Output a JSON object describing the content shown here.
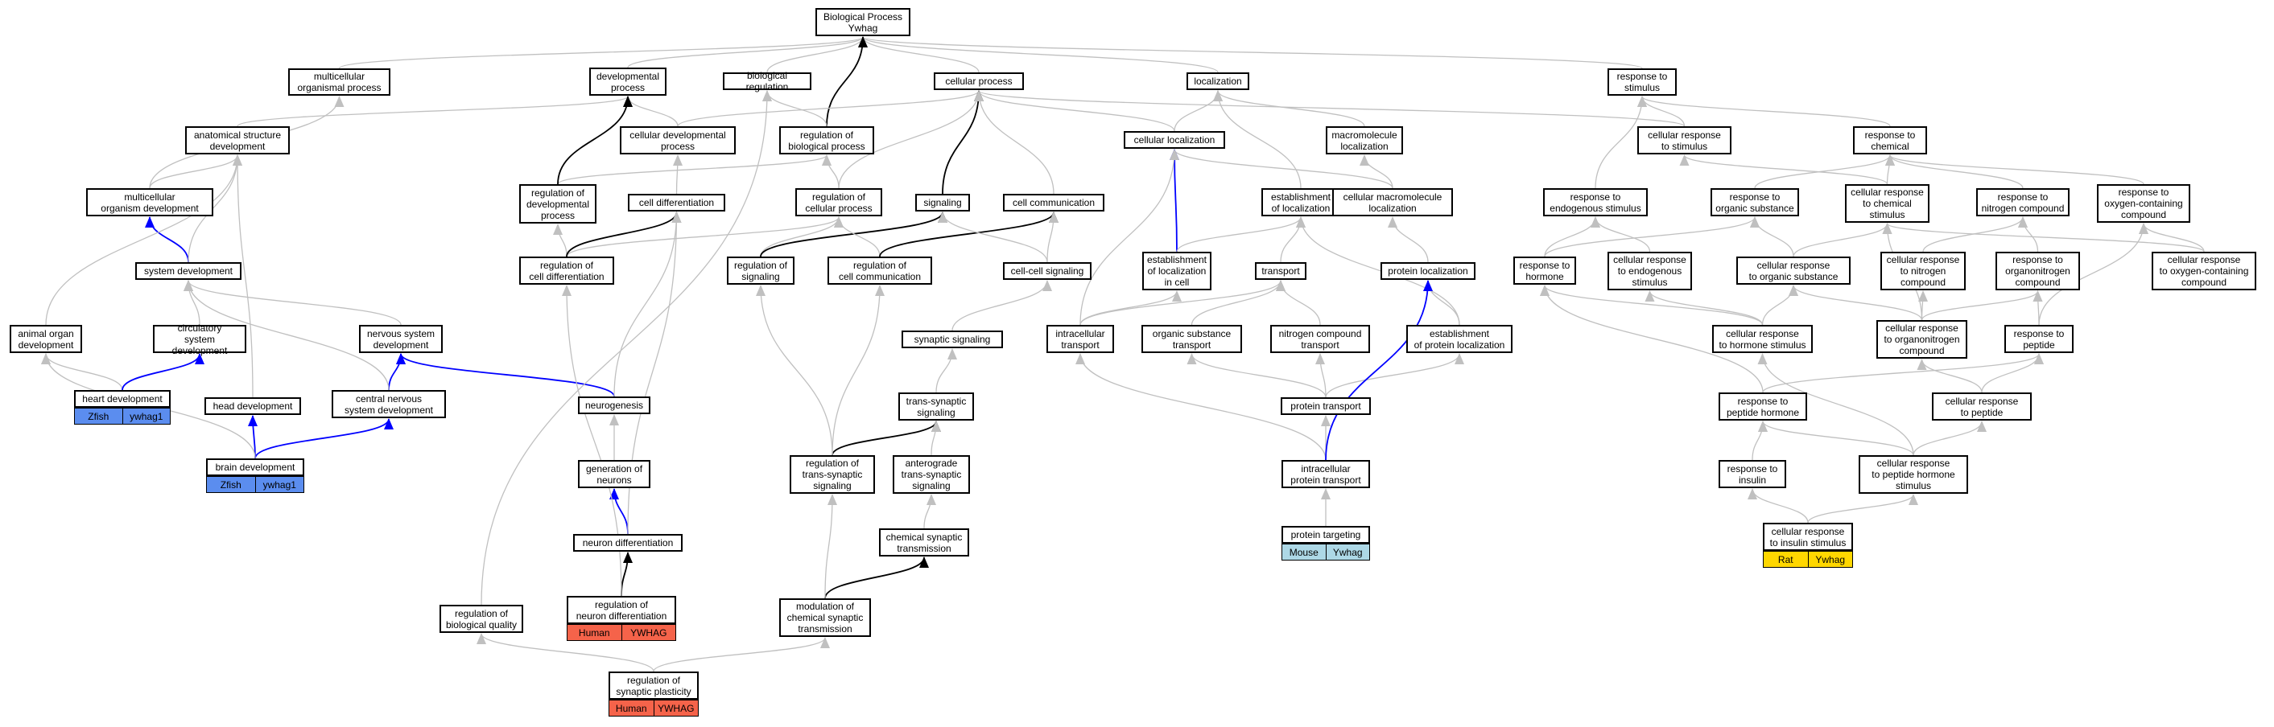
{
  "colors": {
    "edge_gray": "#c0c0c0",
    "edge_black": "#000000",
    "edge_blue": "#0000ff",
    "zfish": "#5b8def",
    "human": "#f5634a",
    "mouse": "#add8e6",
    "rat": "#ffd700"
  },
  "nodes": [
    {
      "id": "bp",
      "label": "Biological Process\nYwhag"
    },
    {
      "id": "mop",
      "label": "multicellular\norganismal process"
    },
    {
      "id": "dp",
      "label": "developmental\nprocess"
    },
    {
      "id": "breg",
      "label": "biological regulation"
    },
    {
      "id": "cp",
      "label": "cellular process"
    },
    {
      "id": "loc",
      "label": "localization"
    },
    {
      "id": "rts",
      "label": "response to\nstimulus"
    },
    {
      "id": "asd",
      "label": "anatomical structure\ndevelopment"
    },
    {
      "id": "cdp",
      "label": "cellular developmental\nprocess"
    },
    {
      "id": "rbp",
      "label": "regulation of\nbiological process"
    },
    {
      "id": "cloc",
      "label": "cellular localization"
    },
    {
      "id": "mloc",
      "label": "macromolecule\nlocalization"
    },
    {
      "id": "crts",
      "label": "cellular response\nto stimulus"
    },
    {
      "id": "rtc",
      "label": "response to\nchemical"
    },
    {
      "id": "mod",
      "label": "multicellular\norganism development"
    },
    {
      "id": "rdp",
      "label": "regulation of\ndevelopmental\nprocess"
    },
    {
      "id": "cdiff",
      "label": "cell differentiation"
    },
    {
      "id": "rcp",
      "label": "regulation of\ncellular process"
    },
    {
      "id": "sig",
      "label": "signaling"
    },
    {
      "id": "ccom",
      "label": "cell communication"
    },
    {
      "id": "eloc",
      "label": "establishment\nof localization"
    },
    {
      "id": "cmloc",
      "label": "cellular macromolecule\nlocalization"
    },
    {
      "id": "rtes",
      "label": "response to\nendogenous stimulus"
    },
    {
      "id": "rtos",
      "label": "response to\norganic substance"
    },
    {
      "id": "crtc",
      "label": "cellular response\nto chemical\nstimulus"
    },
    {
      "id": "rtnc",
      "label": "response to\nnitrogen compound"
    },
    {
      "id": "rtocc",
      "label": "response to\noxygen-containing\ncompound"
    },
    {
      "id": "sd",
      "label": "system development"
    },
    {
      "id": "rcd",
      "label": "regulation of\ncell differentiation"
    },
    {
      "id": "rsig",
      "label": "regulation of\nsignaling"
    },
    {
      "id": "rcc",
      "label": "regulation of\ncell communication"
    },
    {
      "id": "ccs",
      "label": "cell-cell signaling"
    },
    {
      "id": "elc",
      "label": "establishment\nof localization\nin cell"
    },
    {
      "id": "trans",
      "label": "transport"
    },
    {
      "id": "ploc",
      "label": "protein localization"
    },
    {
      "id": "rth",
      "label": "response to\nhormone"
    },
    {
      "id": "crtes",
      "label": "cellular response\nto endogenous\nstimulus"
    },
    {
      "id": "crtos",
      "label": "cellular response\nto organic substance"
    },
    {
      "id": "crtnc",
      "label": "cellular response\nto nitrogen\ncompound"
    },
    {
      "id": "rtoc",
      "label": "response to\norganonitrogen\ncompound"
    },
    {
      "id": "crtocc",
      "label": "cellular response\nto oxygen-containing\ncompound"
    },
    {
      "id": "aod",
      "label": "animal organ\ndevelopment"
    },
    {
      "id": "circ",
      "label": "circulatory\nsystem development"
    },
    {
      "id": "nsd",
      "label": "nervous system\ndevelopment"
    },
    {
      "id": "ss",
      "label": "synaptic signaling"
    },
    {
      "id": "it",
      "label": "intracellular\ntransport"
    },
    {
      "id": "ost",
      "label": "organic substance\ntransport"
    },
    {
      "id": "nct",
      "label": "nitrogen compound\ntransport"
    },
    {
      "id": "epl",
      "label": "establishment\nof protein localization"
    },
    {
      "id": "crths",
      "label": "cellular response\nto hormone stimulus"
    },
    {
      "id": "crtoc",
      "label": "cellular response\nto organonitrogen\ncompound"
    },
    {
      "id": "rtp",
      "label": "response to\npeptide"
    },
    {
      "id": "hd",
      "label": "heart development"
    },
    {
      "id": "headd",
      "label": "head development"
    },
    {
      "id": "cnsd",
      "label": "central nervous\nsystem development"
    },
    {
      "id": "neurog",
      "label": "neurogenesis"
    },
    {
      "id": "tss",
      "label": "trans-synaptic\nsignaling"
    },
    {
      "id": "pt",
      "label": "protein transport"
    },
    {
      "id": "rtph",
      "label": "response to\npeptide hormone"
    },
    {
      "id": "crtp",
      "label": "cellular response\nto peptide"
    },
    {
      "id": "bd",
      "label": "brain development"
    },
    {
      "id": "gon",
      "label": "generation of\nneurons"
    },
    {
      "id": "rtss",
      "label": "regulation of\ntrans-synaptic\nsignaling"
    },
    {
      "id": "atss",
      "label": "anterograde\ntrans-synaptic\nsignaling"
    },
    {
      "id": "ipt",
      "label": "intracellular\nprotein transport"
    },
    {
      "id": "rti",
      "label": "response to\ninsulin"
    },
    {
      "id": "crtphs",
      "label": "cellular response\nto peptide hormone\nstimulus"
    },
    {
      "id": "nd",
      "label": "neuron differentiation"
    },
    {
      "id": "cst",
      "label": "chemical synaptic\ntransmission"
    },
    {
      "id": "ptarg",
      "label": "protein targeting"
    },
    {
      "id": "crtis",
      "label": "cellular response\nto insulin stimulus"
    },
    {
      "id": "rnd",
      "label": "regulation of\nneuron differentiation"
    },
    {
      "id": "rbq",
      "label": "regulation of\nbiological quality"
    },
    {
      "id": "mcst",
      "label": "modulation of\nchemical synaptic\ntransmission"
    },
    {
      "id": "rsp",
      "label": "regulation of\nsynaptic plasticity"
    }
  ],
  "badges": [
    {
      "id": "hd_b",
      "species": "Zfish",
      "gene": "ywhag1",
      "color": "zfish"
    },
    {
      "id": "bd_b",
      "species": "Zfish",
      "gene": "ywhag1",
      "color": "zfish"
    },
    {
      "id": "ptarg_b",
      "species": "Mouse",
      "gene": "Ywhag",
      "color": "mouse"
    },
    {
      "id": "crtis_b",
      "species": "Rat",
      "gene": "Ywhag",
      "color": "rat"
    },
    {
      "id": "rnd_b",
      "species": "Human",
      "gene": "YWHAG",
      "color": "human"
    },
    {
      "id": "rsp_b",
      "species": "Human",
      "gene": "YWHAG",
      "color": "human"
    }
  ],
  "edges": [
    {
      "from": "mop",
      "to": "bp"
    },
    {
      "from": "dp",
      "to": "bp"
    },
    {
      "from": "breg",
      "to": "bp"
    },
    {
      "from": "cp",
      "to": "bp"
    },
    {
      "from": "loc",
      "to": "bp"
    },
    {
      "from": "rts",
      "to": "bp"
    },
    {
      "from": "rbp",
      "to": "bp",
      "style": "black"
    },
    {
      "from": "asd",
      "to": "dp"
    },
    {
      "from": "cdp",
      "to": "dp"
    },
    {
      "from": "cdp",
      "to": "cp"
    },
    {
      "from": "rbp",
      "to": "breg"
    },
    {
      "from": "cloc",
      "to": "cp"
    },
    {
      "from": "cloc",
      "to": "loc"
    },
    {
      "from": "mloc",
      "to": "loc"
    },
    {
      "from": "crts",
      "to": "cp"
    },
    {
      "from": "crts",
      "to": "rts"
    },
    {
      "from": "rtc",
      "to": "rts"
    },
    {
      "from": "mod",
      "to": "mop"
    },
    {
      "from": "mod",
      "to": "asd"
    },
    {
      "from": "rdp",
      "to": "rbp"
    },
    {
      "from": "rdp",
      "to": "dp",
      "style": "black"
    },
    {
      "from": "cdiff",
      "to": "cdp"
    },
    {
      "from": "rcp",
      "to": "rbp"
    },
    {
      "from": "rcp",
      "to": "cp"
    },
    {
      "from": "sig",
      "to": "cp",
      "style": "black"
    },
    {
      "from": "ccom",
      "to": "cp"
    },
    {
      "from": "eloc",
      "to": "loc"
    },
    {
      "from": "cmloc",
      "to": "cloc"
    },
    {
      "from": "cmloc",
      "to": "mloc"
    },
    {
      "from": "rtes",
      "to": "rts"
    },
    {
      "from": "rtos",
      "to": "rtc"
    },
    {
      "from": "crtc",
      "to": "crts"
    },
    {
      "from": "crtc",
      "to": "rtc"
    },
    {
      "from": "rtnc",
      "to": "rtc"
    },
    {
      "from": "rtocc",
      "to": "rtc"
    },
    {
      "from": "sd",
      "to": "mod",
      "style": "blue"
    },
    {
      "from": "sd",
      "to": "asd"
    },
    {
      "from": "rcd",
      "to": "rdp"
    },
    {
      "from": "rcd",
      "to": "rcp"
    },
    {
      "from": "rcd",
      "to": "cdiff",
      "style": "black"
    },
    {
      "from": "rsig",
      "to": "rcp"
    },
    {
      "from": "rsig",
      "to": "sig",
      "style": "black"
    },
    {
      "from": "rcc",
      "to": "rcp"
    },
    {
      "from": "rcc",
      "to": "ccom",
      "style": "black"
    },
    {
      "from": "ccs",
      "to": "sig"
    },
    {
      "from": "ccs",
      "to": "ccom"
    },
    {
      "from": "elc",
      "to": "cloc",
      "style": "blue"
    },
    {
      "from": "elc",
      "to": "eloc"
    },
    {
      "from": "trans",
      "to": "eloc"
    },
    {
      "from": "ploc",
      "to": "cmloc"
    },
    {
      "from": "rth",
      "to": "rtes"
    },
    {
      "from": "rth",
      "to": "rtos"
    },
    {
      "from": "crtes",
      "to": "rtes"
    },
    {
      "from": "crtos",
      "to": "rtos"
    },
    {
      "from": "crtos",
      "to": "crtc"
    },
    {
      "from": "crtnc",
      "to": "rtnc"
    },
    {
      "from": "rtoc",
      "to": "rtnc"
    },
    {
      "from": "crtocc",
      "to": "rtocc"
    },
    {
      "from": "crtocc",
      "to": "crtc"
    },
    {
      "from": "aod",
      "to": "asd"
    },
    {
      "from": "circ",
      "to": "sd"
    },
    {
      "from": "nsd",
      "to": "sd"
    },
    {
      "from": "ss",
      "to": "ccs"
    },
    {
      "from": "it",
      "to": "elc"
    },
    {
      "from": "it",
      "to": "trans"
    },
    {
      "from": "it",
      "to": "cloc"
    },
    {
      "from": "ost",
      "to": "trans"
    },
    {
      "from": "nct",
      "to": "trans"
    },
    {
      "from": "epl",
      "to": "eloc"
    },
    {
      "from": "epl",
      "to": "ploc"
    },
    {
      "from": "crths",
      "to": "rth"
    },
    {
      "from": "crths",
      "to": "crtes"
    },
    {
      "from": "crths",
      "to": "crtos"
    },
    {
      "from": "crtoc",
      "to": "crtos"
    },
    {
      "from": "crtoc",
      "to": "crtnc"
    },
    {
      "from": "crtoc",
      "to": "rtoc"
    },
    {
      "from": "crtoc",
      "to": "crtc"
    },
    {
      "from": "rtp",
      "to": "rtoc"
    },
    {
      "from": "rtp",
      "to": "rtocc"
    },
    {
      "from": "hd",
      "to": "aod"
    },
    {
      "from": "hd",
      "to": "circ",
      "style": "blue"
    },
    {
      "from": "headd",
      "to": "asd"
    },
    {
      "from": "cnsd",
      "to": "nsd",
      "style": "blue"
    },
    {
      "from": "cnsd",
      "to": "sd"
    },
    {
      "from": "neurog",
      "to": "nsd",
      "style": "blue"
    },
    {
      "from": "neurog",
      "to": "cdiff"
    },
    {
      "from": "tss",
      "to": "ss"
    },
    {
      "from": "pt",
      "to": "ost"
    },
    {
      "from": "pt",
      "to": "nct"
    },
    {
      "from": "pt",
      "to": "epl"
    },
    {
      "from": "rtph",
      "to": "rth"
    },
    {
      "from": "rtph",
      "to": "rtp"
    },
    {
      "from": "crtp",
      "to": "rtp"
    },
    {
      "from": "crtp",
      "to": "crtoc"
    },
    {
      "from": "bd",
      "to": "headd",
      "style": "blue"
    },
    {
      "from": "bd",
      "to": "cnsd",
      "style": "blue"
    },
    {
      "from": "bd",
      "to": "aod"
    },
    {
      "from": "gon",
      "to": "neurog"
    },
    {
      "from": "rtss",
      "to": "tss",
      "style": "black"
    },
    {
      "from": "rtss",
      "to": "rcc"
    },
    {
      "from": "rtss",
      "to": "rsig"
    },
    {
      "from": "atss",
      "to": "tss"
    },
    {
      "from": "ipt",
      "to": "pt"
    },
    {
      "from": "ipt",
      "to": "it"
    },
    {
      "from": "ipt",
      "to": "ploc",
      "style": "blue"
    },
    {
      "from": "rti",
      "to": "rtph"
    },
    {
      "from": "crtphs",
      "to": "rtph"
    },
    {
      "from": "crtphs",
      "to": "crtp"
    },
    {
      "from": "crtphs",
      "to": "crths"
    },
    {
      "from": "nd",
      "to": "gon",
      "style": "blue"
    },
    {
      "from": "nd",
      "to": "cdiff"
    },
    {
      "from": "cst",
      "to": "atss"
    },
    {
      "from": "ptarg",
      "to": "ipt"
    },
    {
      "from": "crtis",
      "to": "rti"
    },
    {
      "from": "crtis",
      "to": "crtphs"
    },
    {
      "from": "rnd",
      "to": "nd",
      "style": "black"
    },
    {
      "from": "rnd",
      "to": "rcd"
    },
    {
      "from": "rbq",
      "to": "breg"
    },
    {
      "from": "mcst",
      "to": "cst",
      "style": "black"
    },
    {
      "from": "mcst",
      "to": "rtss"
    },
    {
      "from": "rsp",
      "to": "rbq"
    },
    {
      "from": "rsp",
      "to": "mcst"
    }
  ]
}
